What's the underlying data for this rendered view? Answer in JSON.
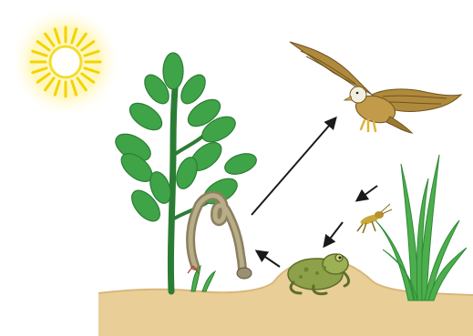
{
  "diagram": {
    "organisms": [
      {
        "id": "sun",
        "icon": "sun-icon"
      },
      {
        "id": "plant",
        "icon": "leafy-plant-icon"
      },
      {
        "id": "grass",
        "icon": "grass-icon"
      },
      {
        "id": "grasshopper",
        "icon": "grasshopper-icon"
      },
      {
        "id": "frog",
        "icon": "frog-icon"
      },
      {
        "id": "snake",
        "icon": "snake-icon"
      },
      {
        "id": "eagle",
        "icon": "eagle-icon"
      }
    ],
    "flows": [
      {
        "from": "grass",
        "to": "grasshopper"
      },
      {
        "from": "grasshopper",
        "to": "frog"
      },
      {
        "from": "frog",
        "to": "snake"
      },
      {
        "from": "snake",
        "to": "eagle"
      }
    ],
    "colors": {
      "sun_core": "#ffffff",
      "sun_rays": "#f2d400",
      "sun_glow": "#fff6b0",
      "plant": "#3fa348",
      "plant_dark": "#2b7d34",
      "grass": "#4cae4c",
      "soil": "#e9cf97",
      "soil_edge": "#d8b77a",
      "frog": "#8da04a",
      "snake": "#9a8f6e",
      "eagle": "#b08a3c",
      "arrow": "#1a1a1a"
    }
  }
}
